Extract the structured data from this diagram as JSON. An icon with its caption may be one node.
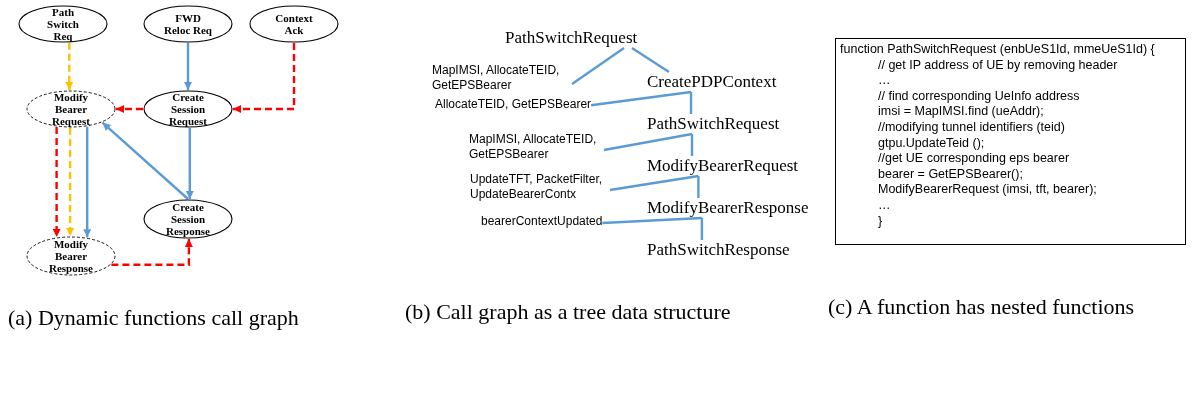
{
  "diagram": {
    "nodes": [
      {
        "text": [
          "Path Switch Req"
        ]
      },
      {
        "text": [
          "FWD Reloc Req"
        ]
      },
      {
        "text": [
          "Context Ack"
        ]
      },
      {
        "text": [
          "Modify Bearer Request"
        ]
      },
      {
        "text": [
          "Create Session Request"
        ]
      },
      {
        "text": [
          "Create Session Response"
        ]
      },
      {
        "text": [
          "Modify Bearer Response"
        ]
      },
      {
        "text": [
          "PathSwitchRequest"
        ]
      },
      {
        "text": [
          "MapIMSI, AllocateTEID, GetEPSBearer"
        ]
      },
      {
        "text": [
          "CreatePDPContext"
        ]
      },
      {
        "text": [
          "AllocateTEID, GetEPSBearer"
        ]
      },
      {
        "text": [
          "PathSwitchRequest"
        ]
      },
      {
        "text": [
          "MapIMSI, AllocateTEID, GetEPSBearer"
        ]
      },
      {
        "text": [
          "ModifyBearerRequest"
        ]
      },
      {
        "text": [
          "UpdateTFT, PacketFilter, UpdateBearerContx"
        ]
      },
      {
        "text": [
          "ModifyBearerResponse"
        ]
      },
      {
        "text": [
          "bearerContextUpdated"
        ]
      },
      {
        "text": [
          "PathSwitchResponse"
        ]
      },
      {
        "text": [
          "function PathSwitchRequest (enbUeS1Id, mmeUeS1Id) {",
          "// get IP address of UE by removing header",
          "…",
          "// find corresponding UeInfo address",
          "imsi = MapIMSI.find (ueAddr);",
          "//modifying tunnel identifiers (teid)",
          "gtpu.UpdateTeid ();",
          "//get UE corresponding eps bearer",
          "bearer = GetEPSBearer();",
          "ModifyBearerRequest (imsi, tft, bearer);",
          "…",
          "}"
        ]
      }
    ],
    "edges": [
      {
        "from": 0,
        "to": 3,
        "arrow": "to",
        "style": "dashed",
        "color": "#ffc000"
      },
      {
        "from": 1,
        "to": 4,
        "arrow": "to",
        "color": "#5b9bd5"
      },
      {
        "from": 2,
        "to": 4,
        "arrow": "to",
        "style": "dashed",
        "color": "#ff0000"
      },
      {
        "from": 4,
        "to": 3,
        "arrow": "to",
        "style": "dashed",
        "color": "#ff0000"
      },
      {
        "from": 3,
        "to": 6,
        "arrow": "to",
        "style": "dashed",
        "color": "#ff0000"
      },
      {
        "from": 3,
        "to": 6,
        "arrow": "to",
        "style": "dashed",
        "color": "#ffc000"
      },
      {
        "from": 3,
        "to": 6,
        "arrow": "to",
        "color": "#5b9bd5"
      },
      {
        "from": 4,
        "to": 5,
        "arrow": "to",
        "color": "#5b9bd5"
      },
      {
        "from": 5,
        "to": 3,
        "arrow": "to",
        "color": "#5b9bd5"
      },
      {
        "from": 6,
        "to": 5,
        "arrow": "to",
        "style": "dashed",
        "color": "#ff0000"
      },
      {
        "from": 7,
        "to": 8,
        "arrow": "none",
        "color": "#5b9bd5"
      },
      {
        "from": 7,
        "to": 9,
        "arrow": "none",
        "color": "#5b9bd5"
      },
      {
        "from": 9,
        "to": 10,
        "arrow": "none",
        "color": "#5b9bd5"
      },
      {
        "from": 9,
        "to": 11,
        "arrow": "none",
        "color": "#5b9bd5"
      },
      {
        "from": 11,
        "to": 12,
        "arrow": "none",
        "color": "#5b9bd5"
      },
      {
        "from": 11,
        "to": 13,
        "arrow": "none",
        "color": "#5b9bd5"
      },
      {
        "from": 13,
        "to": 14,
        "arrow": "none",
        "color": "#5b9bd5"
      },
      {
        "from": 13,
        "to": 15,
        "arrow": "none",
        "color": "#5b9bd5"
      },
      {
        "from": 15,
        "to": 16,
        "arrow": "none",
        "color": "#5b9bd5"
      },
      {
        "from": 15,
        "to": 17,
        "arrow": "none",
        "color": "#5b9bd5"
      }
    ],
    "labels": [
      "(a) Dynamic functions call graph",
      "(b) Call graph as a tree data structure",
      "(c) A function has nested functions"
    ]
  }
}
